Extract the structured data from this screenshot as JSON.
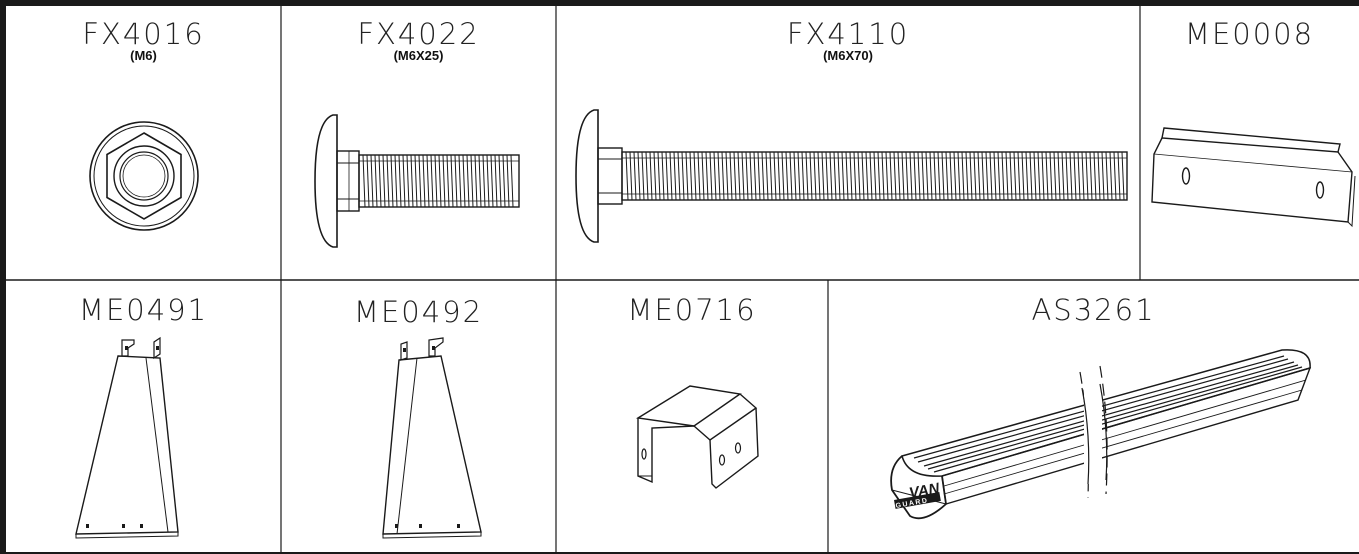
{
  "parts": [
    {
      "code": "FX4016",
      "size": "(M6)",
      "icon": "flange-nut-icon"
    },
    {
      "code": "FX4022",
      "size": "(M6X25)",
      "icon": "carriage-bolt-short-icon"
    },
    {
      "code": "FX4110",
      "size": "(M6X70)",
      "icon": "carriage-bolt-long-icon"
    },
    {
      "code": "ME0008",
      "size": "",
      "icon": "angle-bracket-icon"
    },
    {
      "code": "ME0491",
      "size": "",
      "icon": "tapered-leg-bracket-icon"
    },
    {
      "code": "ME0492",
      "size": "",
      "icon": "tapered-leg-bracket-icon"
    },
    {
      "code": "ME0716",
      "size": "",
      "icon": "u-bracket-icon"
    },
    {
      "code": "AS3261",
      "size": "",
      "icon": "roof-bar-icon"
    }
  ],
  "logo_text": {
    "brand_top": "VAN",
    "brand_bottom": "GUARD"
  },
  "colors": {
    "line": "#1a1a1a",
    "text": "#222222",
    "background": "#ffffff"
  }
}
